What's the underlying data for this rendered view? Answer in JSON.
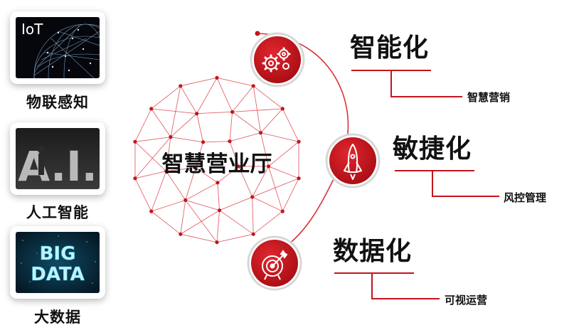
{
  "left_tiles": [
    {
      "badge": "IoT",
      "label": "物联感知",
      "icon": "globe-network-icon"
    },
    {
      "badge": "A.I.",
      "label": "人工智能",
      "icon": "ai-figure-icon"
    },
    {
      "badge_lines": [
        "BIG",
        "DATA"
      ],
      "label": "大数据",
      "icon": "big-data-icon"
    }
  ],
  "center": {
    "title": "智慧营业厅"
  },
  "branches": [
    {
      "title": "智能化",
      "sub": "智慧营销",
      "icon": "gears-icon"
    },
    {
      "title": "敏捷化",
      "sub": "风控管理",
      "icon": "rocket-icon"
    },
    {
      "title": "数据化",
      "sub": "可视运营",
      "icon": "target-icon"
    }
  ],
  "colors": {
    "accent": "#c4141b",
    "line": "#d9333a",
    "text": "#111111"
  }
}
